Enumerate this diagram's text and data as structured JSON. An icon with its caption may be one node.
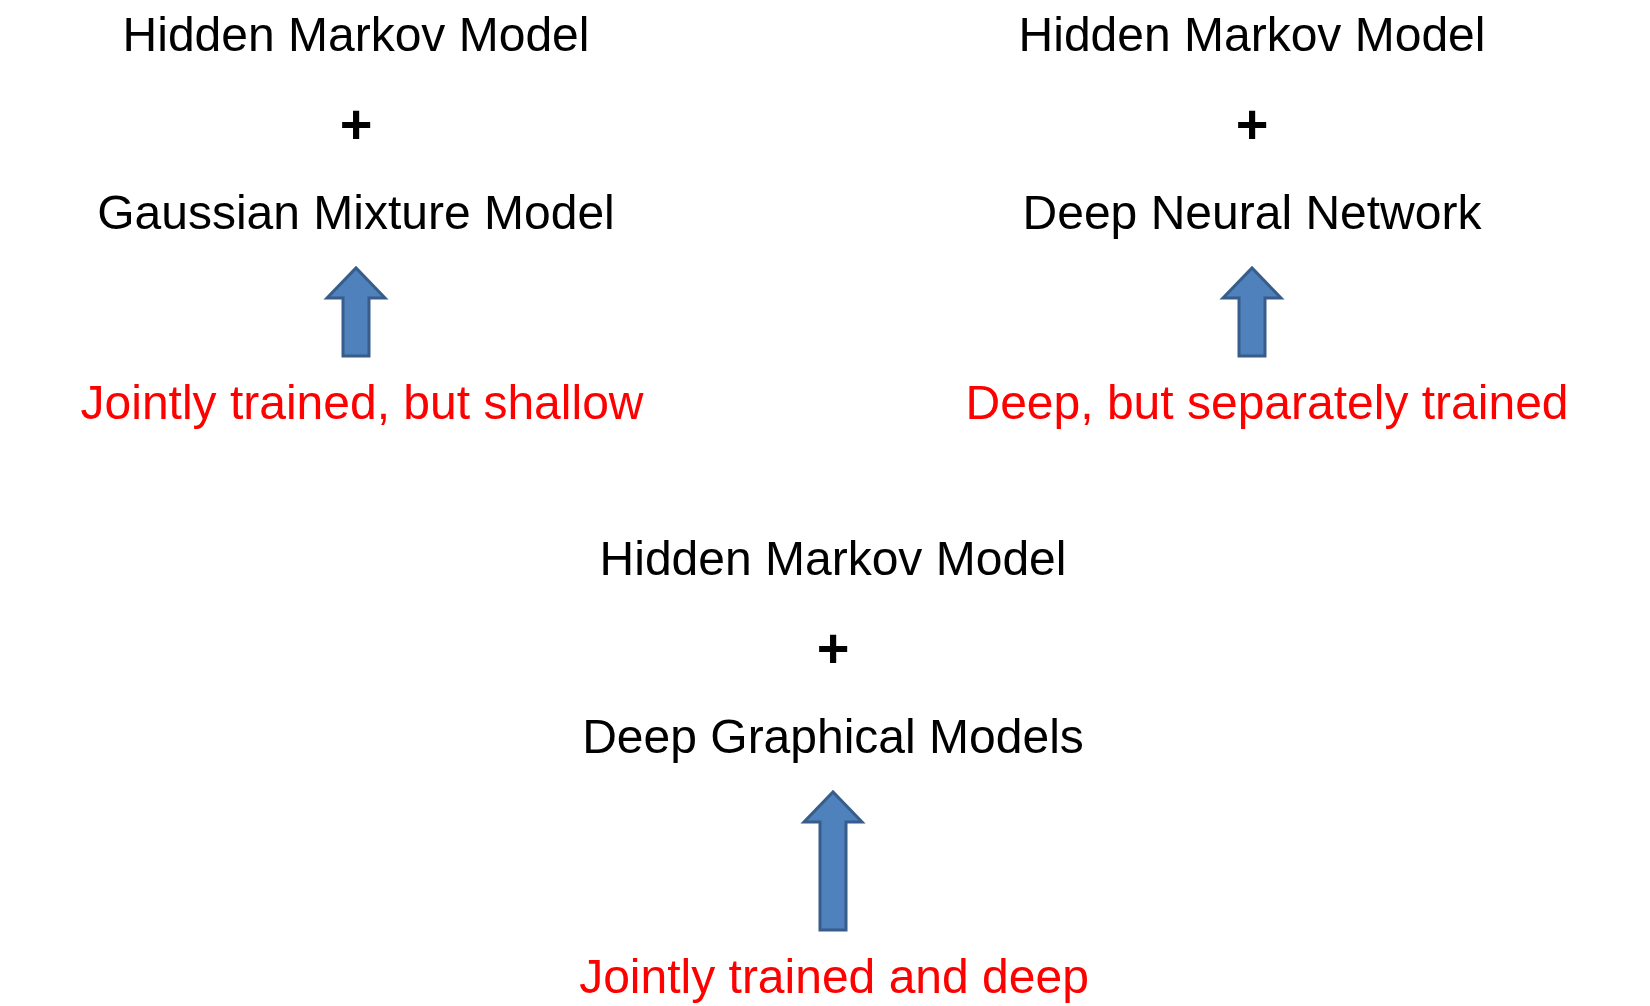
{
  "diagram": {
    "nodes": [
      {
        "text": [
          "Hidden Markov Model",
          "+",
          "Gaussian Mixture Model"
        ]
      },
      {
        "text": [
          "Jointly trained, but shallow"
        ]
      },
      {
        "text": [
          "Hidden Markov Model",
          "+",
          "Deep Neural Network"
        ]
      },
      {
        "text": [
          "Deep, but separately trained"
        ]
      },
      {
        "text": [
          "Hidden Markov Model",
          "+",
          "Deep Graphical Models"
        ]
      },
      {
        "text": [
          "Jointly trained and deep"
        ]
      }
    ],
    "edges": [
      {
        "from": 1,
        "to": 0,
        "arrow": "to"
      },
      {
        "from": 3,
        "to": 2,
        "arrow": "to"
      },
      {
        "from": 5,
        "to": 4,
        "arrow": "to"
      }
    ]
  }
}
